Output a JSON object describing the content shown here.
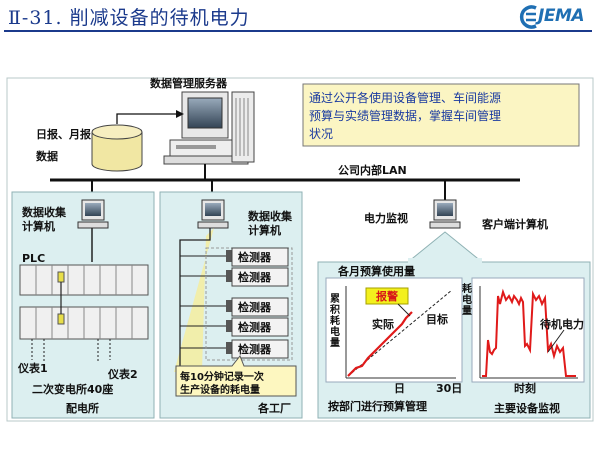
{
  "header": {
    "title": "Ⅱ-31. 削减设备的待机电力",
    "logo_text": "JEMA"
  },
  "diagram": {
    "server_label": "数据管理服务器",
    "report_label_1": "日报、月报",
    "report_label_2": "数据",
    "note_lines": [
      "通过公开各使用设备管理、车间能源",
      "预算与实绩管理数据，掌握车间管理",
      "状况"
    ],
    "lan_label": "公司内部LAN",
    "substation": {
      "collector_1": "数据收集",
      "collector_2": "计算机",
      "plc": "PLC",
      "meter_1": "仪表1",
      "meter_2": "仪表2",
      "secondary": "二次变电所40座",
      "footer": "配电所"
    },
    "factory": {
      "collector_1": "数据收集",
      "collector_2": "计算机",
      "detectors": [
        "检测器",
        "检测器",
        "检测器",
        "检测器",
        "检测器"
      ],
      "callout_1": "每10分钟记录一次",
      "callout_2": "生产设备的耗电量",
      "footer": "各工厂"
    },
    "monitor": {
      "monitor_label": "电力监视",
      "client_label": "客户端计算机",
      "budget_title": "各月预算使用量",
      "cumulative_label": [
        "累",
        "积",
        "耗",
        "电",
        "量"
      ],
      "alarm": "报警",
      "actual": "实际",
      "target": "目标",
      "day_axis": "日",
      "day_30": "30日",
      "budget_footer": "按部门进行预算管理",
      "power_label": [
        "耗",
        "电",
        "量"
      ],
      "standby": "待机电力",
      "time_axis": "时刻",
      "main_footer": "主要设备监视"
    }
  },
  "colors": {
    "title": "#1b3a8c",
    "panel": "#dceff0",
    "panel_border": "#8fb2b4",
    "alarm": "#f3f01d",
    "red": "#e01a1a",
    "note_text": "#1a3aa0",
    "callout_bg": "#fdf7c0"
  }
}
